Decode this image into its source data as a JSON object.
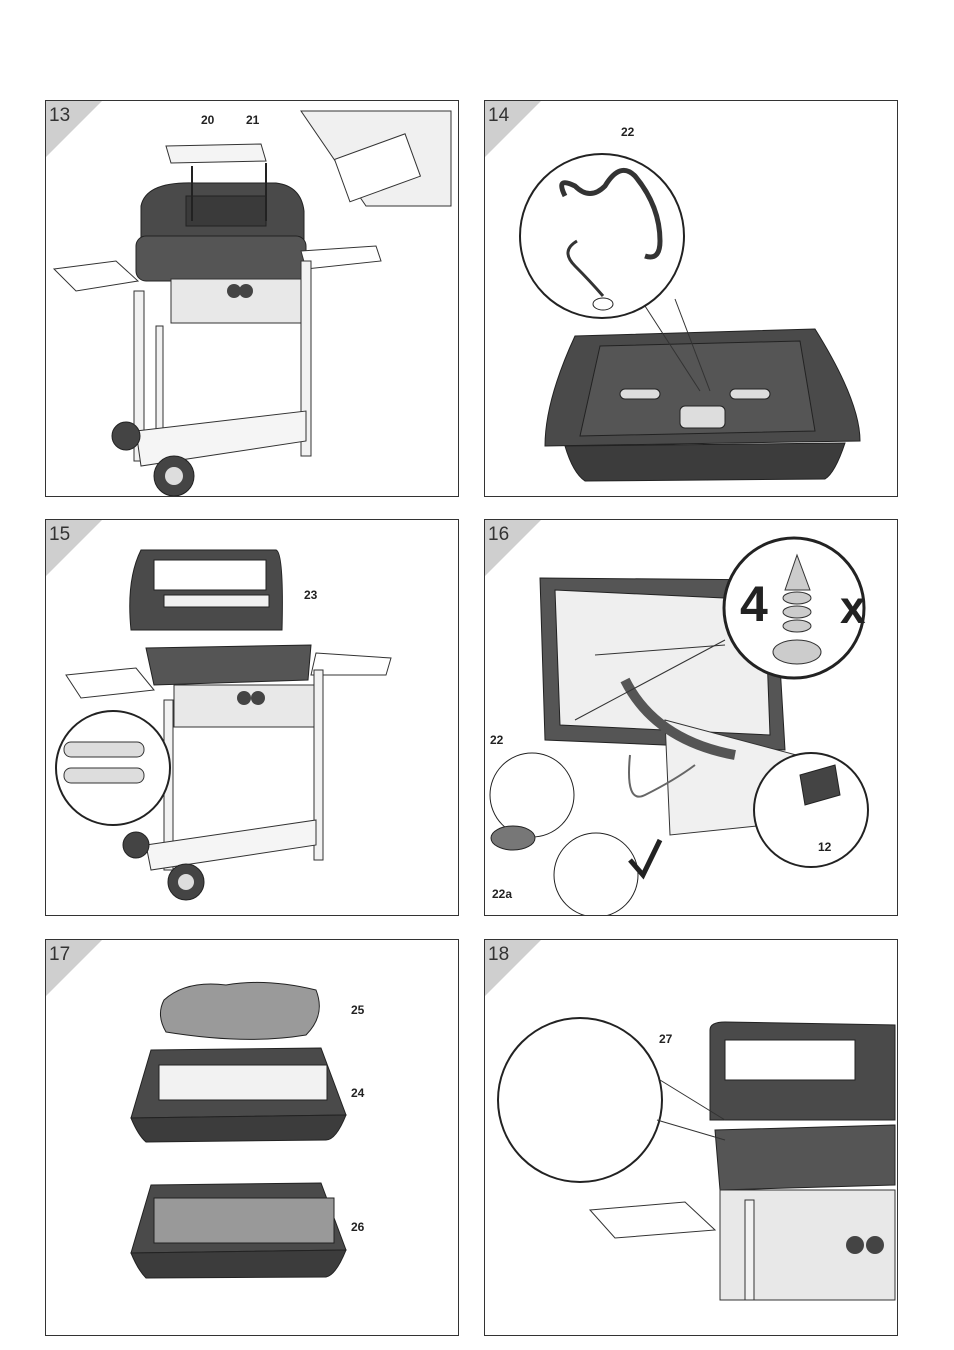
{
  "panels": [
    {
      "step": "13",
      "callouts": [
        "20",
        "21"
      ]
    },
    {
      "step": "14",
      "callouts": [
        "22"
      ]
    },
    {
      "step": "15",
      "callouts": [
        "23"
      ]
    },
    {
      "step": "16",
      "callouts": [
        "22",
        "22a",
        "12"
      ],
      "quantity_digit": "4",
      "quantity_multiplier": "x"
    },
    {
      "step": "17",
      "callouts": [
        "25",
        "24",
        "26"
      ]
    },
    {
      "step": "18",
      "callouts": [
        "27"
      ]
    }
  ],
  "colors": {
    "body": "#4a4a4a",
    "frame": "#f2f2f2",
    "outline": "#222222",
    "corner": "#cfcfcf"
  }
}
